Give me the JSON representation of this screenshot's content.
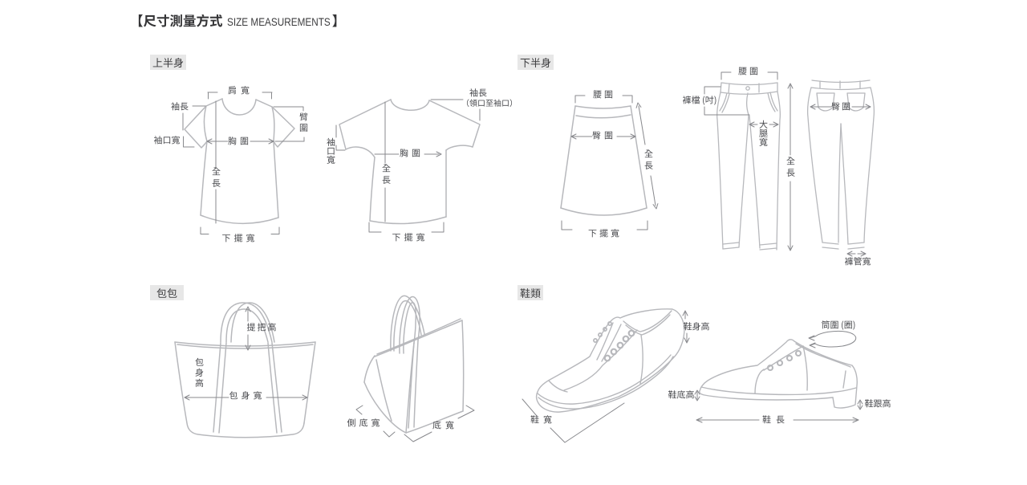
{
  "title": {
    "bracket_open": "【",
    "text": "尺寸測量方式",
    "subtitle": "SIZE MEASUREMENTS",
    "bracket_close": "】"
  },
  "sections": {
    "upper_body": {
      "label": "上半身"
    },
    "lower_body": {
      "label": "下半身"
    },
    "bags": {
      "label": "包包"
    },
    "shoes": {
      "label": "鞋類"
    }
  },
  "diagrams": {
    "tshirt_front": {
      "labels": {
        "shoulder_width": "肩寬",
        "sleeve_length": "袖長",
        "cuff_width": "袖口寬",
        "arm_circumference": "臂圍",
        "chest": "胸圍",
        "total_length": "全長",
        "hem_width": "下擺寬"
      }
    },
    "tshirt_wide": {
      "labels": {
        "sleeve_length": "袖長",
        "sleeve_length_note": "（領口至袖口）",
        "cuff_width": "袖口寬",
        "chest": "胸圍",
        "total_length": "全長",
        "hem_width": "下擺寬"
      }
    },
    "skirt": {
      "labels": {
        "waist": "腰圍",
        "hip": "臀圍",
        "total_length": "全長",
        "hem_width": "下擺寬"
      }
    },
    "pants_front": {
      "labels": {
        "waist": "腰圍",
        "crotch": "褲檔 (吋)",
        "thigh_width": "大腿寬",
        "total_length": "全長"
      }
    },
    "pants_back": {
      "labels": {
        "hip": "臀圍",
        "leg_opening_width": "褲管寬"
      }
    },
    "bag_front": {
      "labels": {
        "handle_height": "提把高",
        "body_height": "包身高",
        "body_width": "包身寬"
      }
    },
    "bag_angled": {
      "labels": {
        "side_bottom_width": "側底寬",
        "bottom_width": "底寬"
      }
    },
    "shoe_front": {
      "labels": {
        "body_height": "鞋身高",
        "width": "鞋寬"
      }
    },
    "shoe_side": {
      "labels": {
        "shaft_girth": "筒圍 (圈)",
        "sole_height": "鞋底高",
        "heel_height": "鞋跟高",
        "length": "鞋長"
      }
    }
  }
}
